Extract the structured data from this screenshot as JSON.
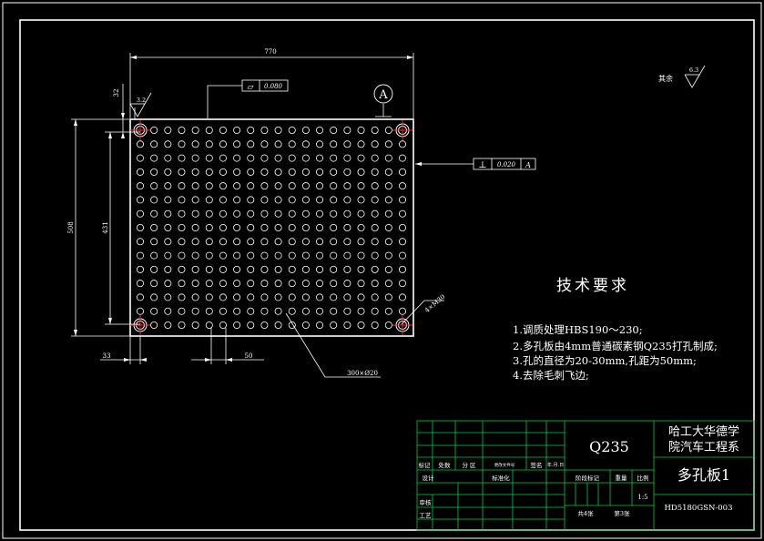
{
  "colors": {
    "background": "#000000",
    "line": "#ffffff",
    "hole": "#ffffff",
    "center_mark": "#ff2a2a",
    "title_block_line": "#00cc44",
    "text": "#ffffff"
  },
  "plate": {
    "hole_grid": {
      "columns": 20,
      "rows": 15,
      "pitch_label": "50"
    },
    "corner_holes": 4
  },
  "dimensions": {
    "width": "770",
    "height_outer": "508",
    "height_inner": "431",
    "edge_offset_top": "32",
    "edge_offset_left": "33",
    "pitch": "50",
    "hole_callout": "300×Ø20",
    "corner_hole_callout": "4×M30"
  },
  "annotations": {
    "roughness_top": "3.2",
    "roughness_rest_prefix": "其余",
    "roughness_rest_value": "6.3",
    "flatness_symbol": "▱",
    "flatness_value": "0.080",
    "perpendicularity_symbol": "⊥",
    "perpendicularity_value": "0.020",
    "perpendicularity_datum": "A",
    "datum_letter": "A"
  },
  "tech_requirements": {
    "title": "技术要求",
    "items": [
      "1.调质处理HBS190～230;",
      "2.多孔板由4mm普通碳素钢Q235打孔制成;",
      "3.孔的直径为20-30mm,孔距为50mm;",
      "4.去除毛刺飞边;"
    ]
  },
  "title_block": {
    "material": "Q235",
    "organization": [
      "哈工大华德学",
      "院汽车工程系"
    ],
    "part_name": "多孔板1",
    "drawing_number": "HD5180GSN-003",
    "row_labels": {
      "mark": "标记",
      "count": "处数",
      "zone": "分 区",
      "change_doc": "更改文件号",
      "signature": "签名",
      "date": "年.月.日",
      "design": "设计",
      "standardize": "标准化",
      "review": "审核",
      "process": "工艺"
    },
    "stage_mark": "阶段标记",
    "weight": "重量",
    "scale_label": "比例",
    "scale_value": "1:5",
    "sheets_total": "共4张",
    "sheet_number": "第3张"
  }
}
